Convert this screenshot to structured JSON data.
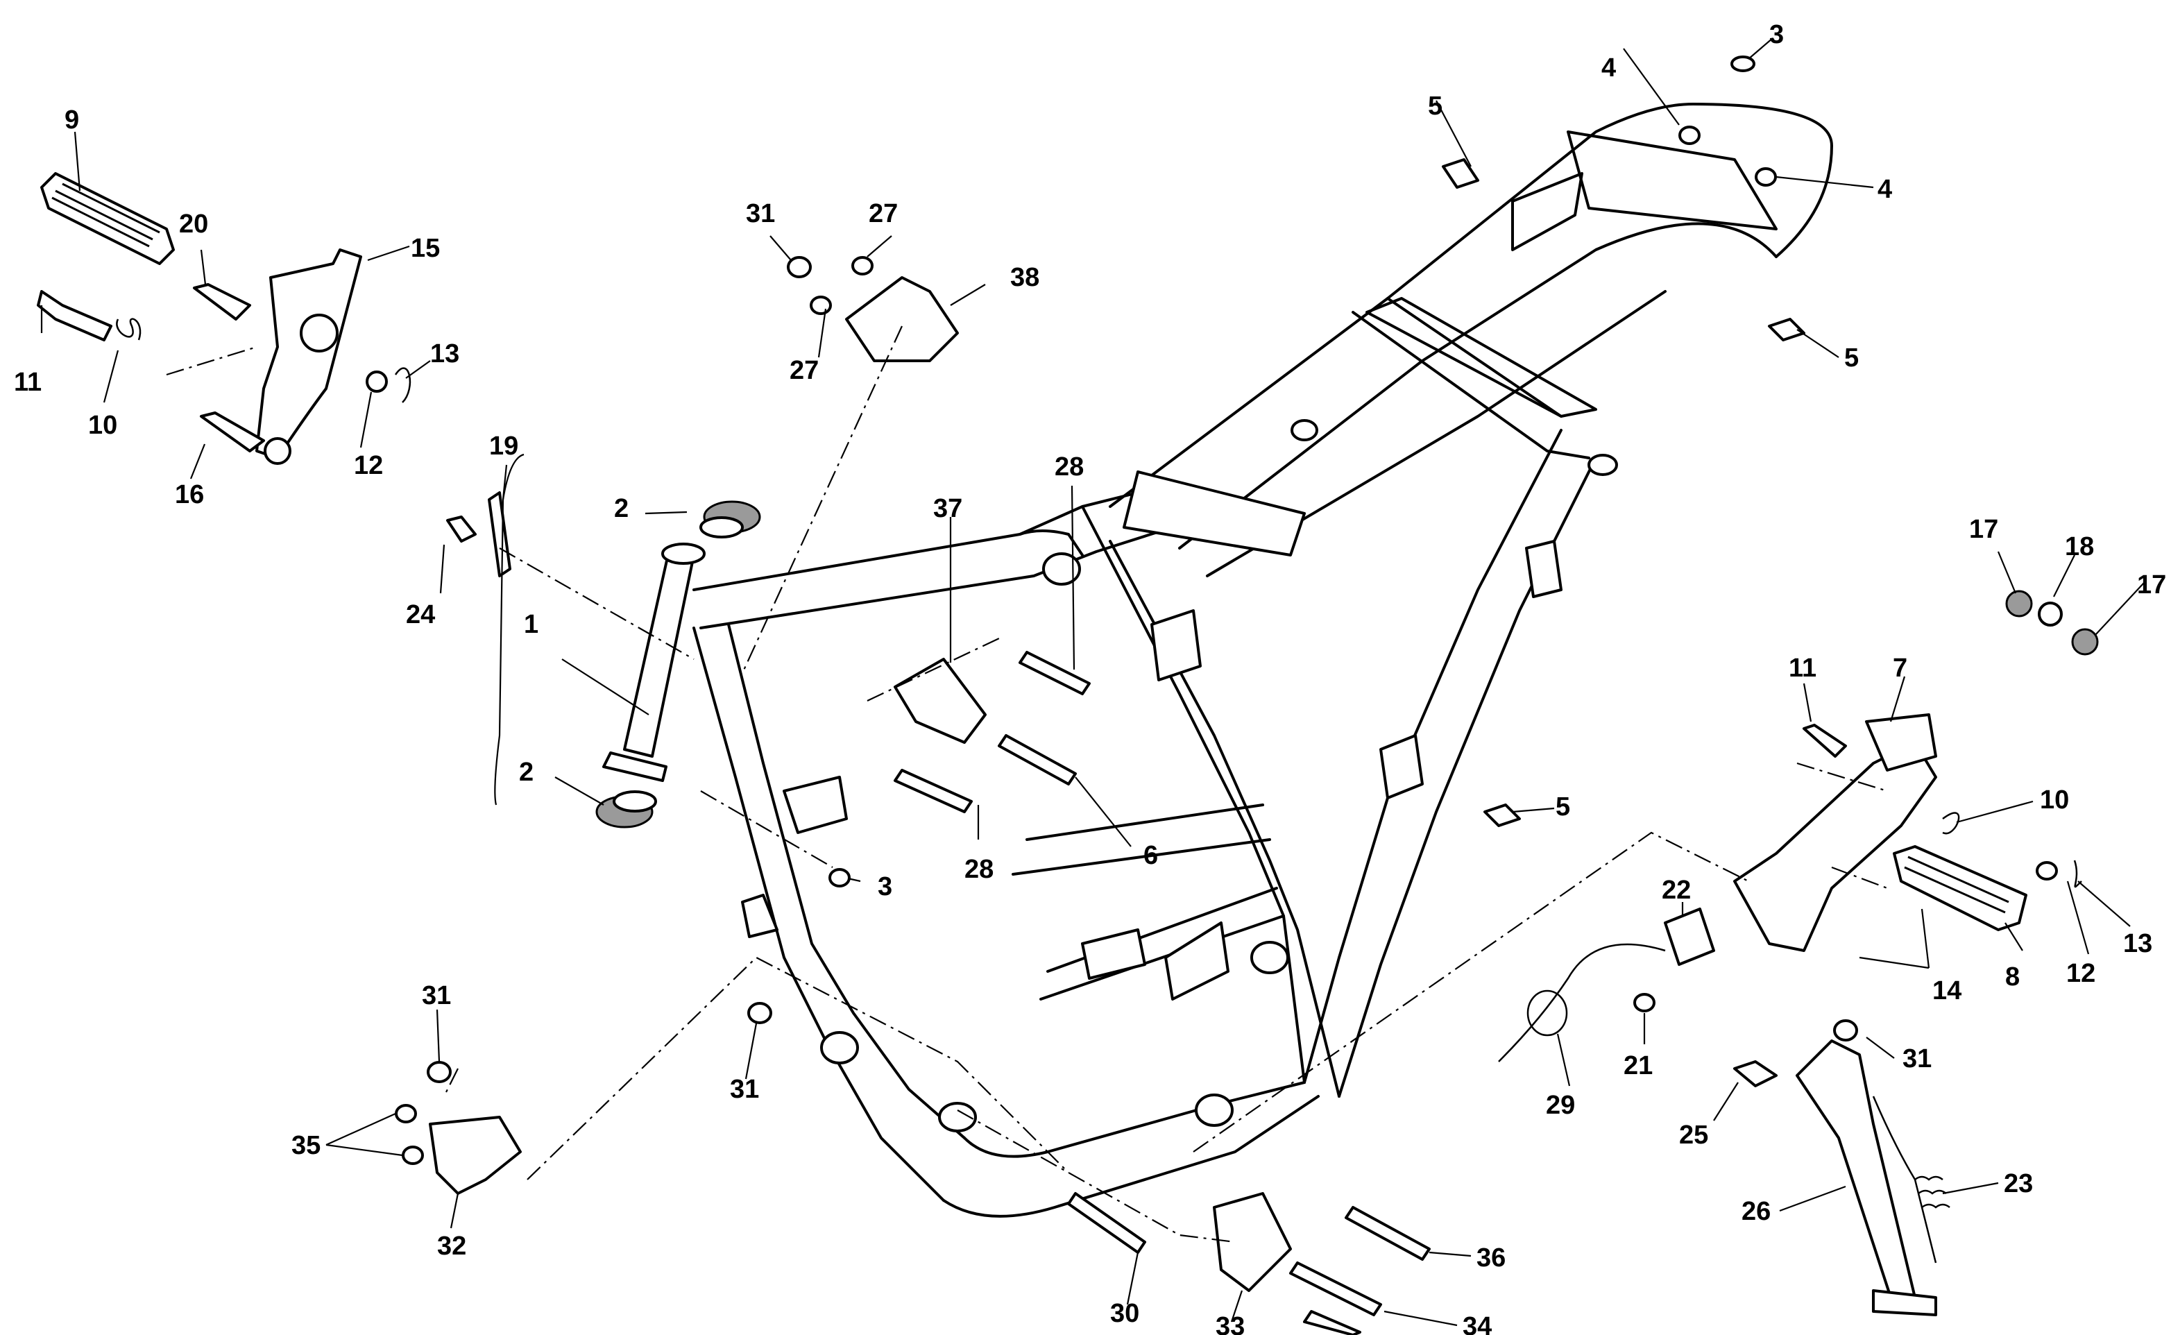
{
  "callouts": [
    {
      "id": "c9",
      "text": "9"
    },
    {
      "id": "c20",
      "text": "20"
    },
    {
      "id": "c15",
      "text": "15"
    },
    {
      "id": "c13a",
      "text": "13"
    },
    {
      "id": "c11a",
      "text": "11"
    },
    {
      "id": "c10a",
      "text": "10"
    },
    {
      "id": "c12a",
      "text": "12"
    },
    {
      "id": "c16",
      "text": "16"
    },
    {
      "id": "c31a",
      "text": "31"
    },
    {
      "id": "c27a",
      "text": "27"
    },
    {
      "id": "c38",
      "text": "38"
    },
    {
      "id": "c27b",
      "text": "27"
    },
    {
      "id": "c19",
      "text": "19"
    },
    {
      "id": "c24",
      "text": "24"
    },
    {
      "id": "c1",
      "text": "1"
    },
    {
      "id": "c2a",
      "text": "2"
    },
    {
      "id": "c2b",
      "text": "2"
    },
    {
      "id": "c3a",
      "text": "3"
    },
    {
      "id": "c28a",
      "text": "28"
    },
    {
      "id": "c37",
      "text": "37"
    },
    {
      "id": "c28b",
      "text": "28"
    },
    {
      "id": "c6",
      "text": "6"
    },
    {
      "id": "c4a",
      "text": "4"
    },
    {
      "id": "c3b",
      "text": "3"
    },
    {
      "id": "c4b",
      "text": "4"
    },
    {
      "id": "c5a",
      "text": "5"
    },
    {
      "id": "c5b",
      "text": "5"
    },
    {
      "id": "c5c",
      "text": "5"
    },
    {
      "id": "c17a",
      "text": "17"
    },
    {
      "id": "c18",
      "text": "18"
    },
    {
      "id": "c17b",
      "text": "17"
    },
    {
      "id": "c11b",
      "text": "11"
    },
    {
      "id": "c7",
      "text": "7"
    },
    {
      "id": "c10b",
      "text": "10"
    },
    {
      "id": "c22",
      "text": "22"
    },
    {
      "id": "c14",
      "text": "14"
    },
    {
      "id": "c8",
      "text": "8"
    },
    {
      "id": "c12b",
      "text": "12"
    },
    {
      "id": "c13b",
      "text": "13"
    },
    {
      "id": "c21",
      "text": "21"
    },
    {
      "id": "c29",
      "text": "29"
    },
    {
      "id": "c31b",
      "text": "31"
    },
    {
      "id": "c25",
      "text": "25"
    },
    {
      "id": "c23",
      "text": "23"
    },
    {
      "id": "c26",
      "text": "26"
    },
    {
      "id": "c31c",
      "text": "31"
    },
    {
      "id": "c35",
      "text": "35"
    },
    {
      "id": "c32",
      "text": "32"
    },
    {
      "id": "c31d",
      "text": "31"
    },
    {
      "id": "c30",
      "text": "30"
    },
    {
      "id": "c33",
      "text": "33"
    },
    {
      "id": "c36",
      "text": "36"
    },
    {
      "id": "c34",
      "text": "34"
    }
  ]
}
